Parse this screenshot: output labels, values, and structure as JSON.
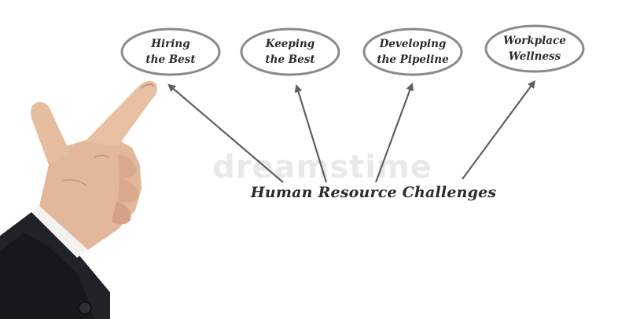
{
  "diagram": {
    "central_topic": "Human Resource Challenges",
    "challenges": [
      {
        "label": "Hiring\nthe Best"
      },
      {
        "label": "Keeping\nthe Best"
      },
      {
        "label": "Developing\nthe Pipeline"
      },
      {
        "label": "Workplace\nWellness"
      }
    ]
  },
  "watermark": "dreamstime",
  "colors": {
    "oval_stroke": "#8a8a8a",
    "arrow": "#5f5f5f",
    "text": "#2b2b2b",
    "background": "#ffffff"
  },
  "illustration": {
    "subject": "hand-pointing-icon",
    "sleeve": "dark suit sleeve with white shirt cuff"
  }
}
